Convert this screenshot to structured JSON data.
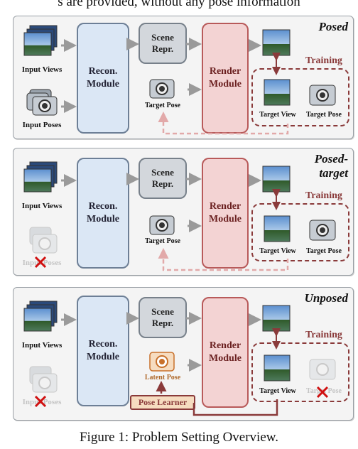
{
  "top_text": "s are provided, without any pose information",
  "caption": "Figure 1: Problem Setting Overview.",
  "modules": {
    "recon_line1": "Recon.",
    "recon_line2": "Module",
    "render_line1": "Render",
    "render_line2": "Module",
    "scene_line1": "Scene",
    "scene_line2": "Repr."
  },
  "labels": {
    "input_views": "Input Views",
    "input_poses": "Input Poses",
    "target_pose": "Target Pose",
    "target_view": "Target View",
    "latent_pose": "Latent Pose",
    "training": "Training",
    "pose_learner": "Pose Learner"
  },
  "panels": [
    {
      "title_line1": "Posed",
      "title_line2": ""
    },
    {
      "title_line1": "Posed-",
      "title_line2": "target"
    },
    {
      "title_line1": "Unposed",
      "title_line2": ""
    }
  ],
  "colors": {
    "recon_fill": "#dbe7f5",
    "render_fill": "#f3d3d3",
    "scene_fill": "#d3d7dc",
    "training_accent": "#8a3a3a",
    "latent_pose_accent": "#c8702a"
  }
}
